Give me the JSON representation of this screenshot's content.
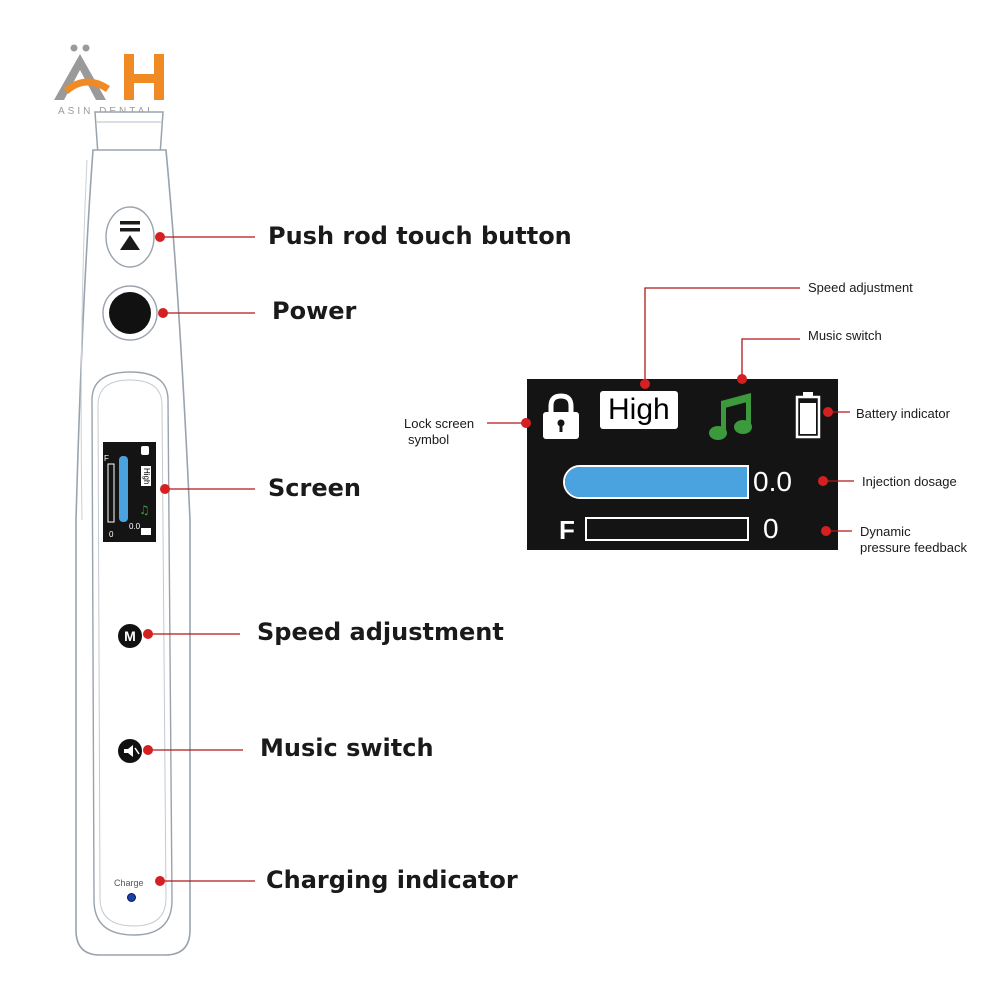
{
  "logo": {
    "mark": "ÄH",
    "subtitle": "ASIN DENTAL"
  },
  "device": {
    "charge_text": "Charge",
    "mini_screen": {
      "speed": "High",
      "dosage": "0.0",
      "pressure": "0",
      "force_label": "F"
    }
  },
  "callouts": {
    "push_rod": "Push rod touch button",
    "power": "Power",
    "screen": "Screen",
    "speed": "Speed adjustment",
    "music": "Music switch",
    "charging": "Charging indicator"
  },
  "screen_panel": {
    "speed_value": "High",
    "dosage_value": "0.0",
    "pressure_value": "0",
    "force_label": "F",
    "dosage_level": 1.0,
    "pressure_level": 0.0
  },
  "screen_callouts": {
    "speed": "Speed adjustment",
    "music": "Music switch",
    "lock_line1": "Lock screen",
    "lock_line2": "symbol",
    "battery": "Battery indicator",
    "dosage": "Injection dosage",
    "pressure_line1": "Dynamic",
    "pressure_line2": "pressure feedback"
  },
  "colors": {
    "callout_line": "#b01818",
    "dot": "#d42020",
    "screen_bg": "#141414",
    "dosage_fill": "#4aa3df",
    "music_note": "#3c9a3c",
    "logo_orange": "#f08a24",
    "logo_gray": "#9a9a9a"
  }
}
